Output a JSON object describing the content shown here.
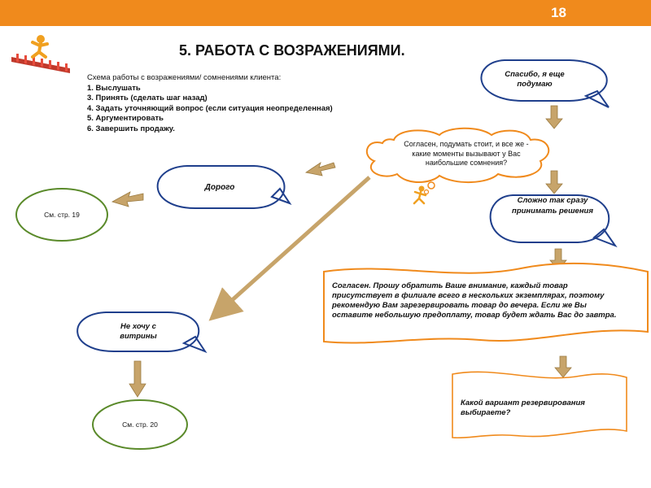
{
  "header": {
    "page_number": "18",
    "bar_color": "#f08a1c"
  },
  "title": "5. РАБОТА С ВОЗРАЖЕНИЯМИ.",
  "scheme": {
    "intro": "Схема работы с возражениями/ сомнениями клиента:",
    "steps": [
      "1. Выслушать",
      "3. Принять (сделать шаг назад)",
      "4. Задать уточняющий вопрос (если ситуация неопределенная)",
      "5. Аргументировать",
      "6. Завершить продажу."
    ]
  },
  "nodes": {
    "objection_think": "Спасибо, я еще подумаю",
    "cloud_reply": "Согласен, подумать стоит, и все же - какие моменты вызывают у Вас наибольшие сомнения?",
    "expensive": "Дорого",
    "see_page_19": "См. стр. 19",
    "hard_decide": "Сложно так сразу принимать решения",
    "reserve_offer": "Согласен. Прошу обратить Ваше внимание, каждый товар присутствует в филиале всего в нескольких экземплярах, поэтому рекомендую Вам зарезервировать товар до вечера. Если же Вы оставите небольшую предоплату, товар будет ждать Вас до завтра.",
    "which_option": "Какой вариант резервирования выбираете?",
    "not_showcase": "Не хочу с витрины",
    "see_page_20": "См. стр. 20"
  },
  "colors": {
    "blue": "#1f3f8c",
    "green": "#5a8a2a",
    "orange": "#f08a1c",
    "arrow": "#c7a46a"
  },
  "icons": [
    "runner-hurdles-icon",
    "running-person-icon"
  ]
}
